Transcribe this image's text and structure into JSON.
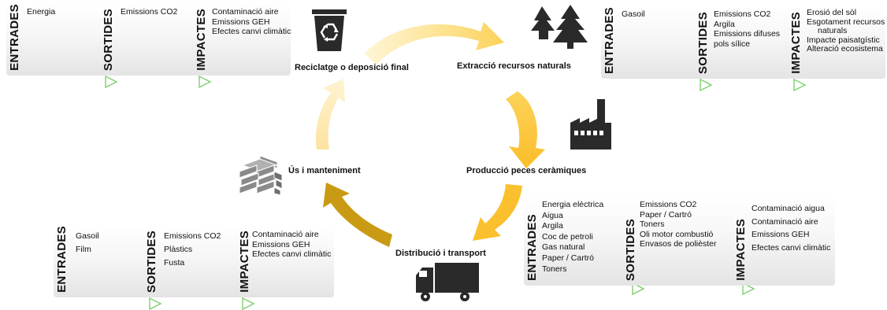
{
  "stages": {
    "recycle": "Reciclatge o deposició final",
    "extract": "Extracció recursos naturals",
    "production": "Producció peces ceràmiques",
    "distribution": "Distribució i transport",
    "use": "Ús i manteniment"
  },
  "groups": {
    "recycle": {
      "entrades": {
        "label": "ENTRADES",
        "items": [
          "Energia"
        ]
      },
      "sortides": {
        "label": "SORTIDES",
        "items": [
          "Emissions CO2"
        ]
      },
      "impactes": {
        "label": "IMPACTES",
        "items": [
          "Contaminació aire",
          "Emissions GEH",
          "Efectes canvi climàtic"
        ]
      }
    },
    "extract": {
      "entrades": {
        "label": "ENTRADES",
        "items": [
          "Gasoil"
        ]
      },
      "sortides": {
        "label": "SORTIDES",
        "items": [
          "Emissions CO2",
          "Argila",
          "Emissions difuses",
          "pols sílice"
        ]
      },
      "impactes": {
        "label": "IMPACTES",
        "items": [
          "Erosió del sòl",
          "Esgotament recursos",
          "naturals",
          "Impacte paisatgístic",
          "Alteració ecosistema"
        ]
      }
    },
    "production": {
      "entrades": {
        "label": "ENTRADES",
        "items": [
          "Energia elèctrica",
          "Aigua",
          "Argila",
          "Coc de petroli",
          "Gas natural",
          "Paper / Cartró",
          "Toners"
        ]
      },
      "sortides": {
        "label": "SORTIDES",
        "items": [
          "Emissions CO2",
          "Paper / Cartró",
          "Toners",
          "Oli motor combustió",
          "Envasos de polièster"
        ]
      },
      "impactes": {
        "label": "IMPACTES",
        "items": [
          "Contaminació aigua",
          "Contaminació aire",
          "Emissions GEH",
          "Efectes canvi climàtic"
        ]
      }
    },
    "use": {
      "entrades": {
        "label": "ENTRADES",
        "items": [
          "Gasoil",
          "Film"
        ]
      },
      "sortides": {
        "label": "SORTIDES",
        "items": [
          "Emissions CO2",
          "Plàstics",
          "Fusta"
        ]
      },
      "impactes": {
        "label": "IMPACTES",
        "items": [
          "Contaminació aire",
          "Emissions GEH",
          "Efectes canvi climàtic"
        ]
      }
    }
  },
  "icons": {
    "recycle": "recycle-bin-icon",
    "extract": "trees-icon",
    "production": "factory-icon",
    "distribution": "truck-icon",
    "use": "bricks-icon"
  },
  "colors": {
    "arrow_pale": "#fde9b2",
    "arrow_yellow": "#fbc73e",
    "arrow_dark": "#c79a12",
    "triangle": "#7dcf6e",
    "icon_dark": "#2a2a2a"
  }
}
